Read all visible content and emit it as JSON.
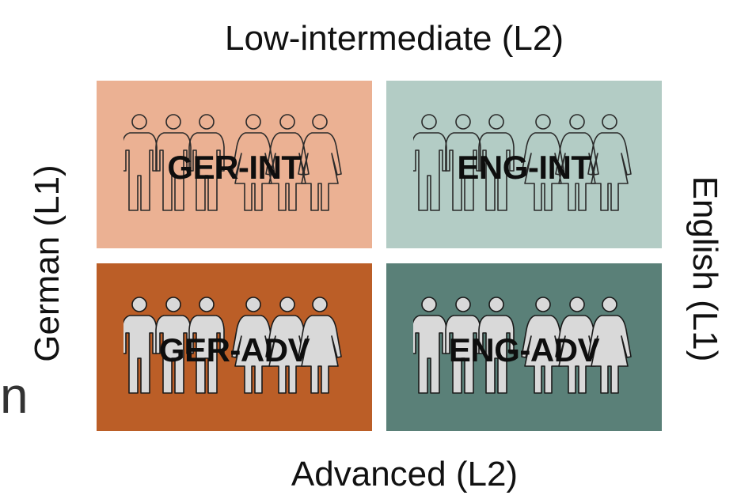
{
  "labels": {
    "top": "Low-intermediate (L2)",
    "bottom": "Advanced (L2)",
    "left": "German (L1)",
    "right": "English (L1)",
    "stray": "n"
  },
  "cells": [
    {
      "id": "ger-int",
      "label": "GER-INT",
      "color": "#ebb193",
      "icon_outline": "#2a2a2a",
      "icon_fill": "none"
    },
    {
      "id": "eng-int",
      "label": "ENG-INT",
      "color": "#b3ccc5",
      "icon_outline": "#2a2a2a",
      "icon_fill": "none"
    },
    {
      "id": "ger-adv",
      "label": "GER-ADV",
      "color": "#bb5e27",
      "icon_outline": "#1a1a1a",
      "icon_fill": "#d9d9d9"
    },
    {
      "id": "eng-adv",
      "label": "ENG-ADV",
      "color": "#5a8078",
      "icon_outline": "#1a1a1a",
      "icon_fill": "#d9d9d9"
    }
  ],
  "icons": {
    "group": "people-group-icon",
    "male": "man-icon",
    "female": "woman-icon"
  }
}
